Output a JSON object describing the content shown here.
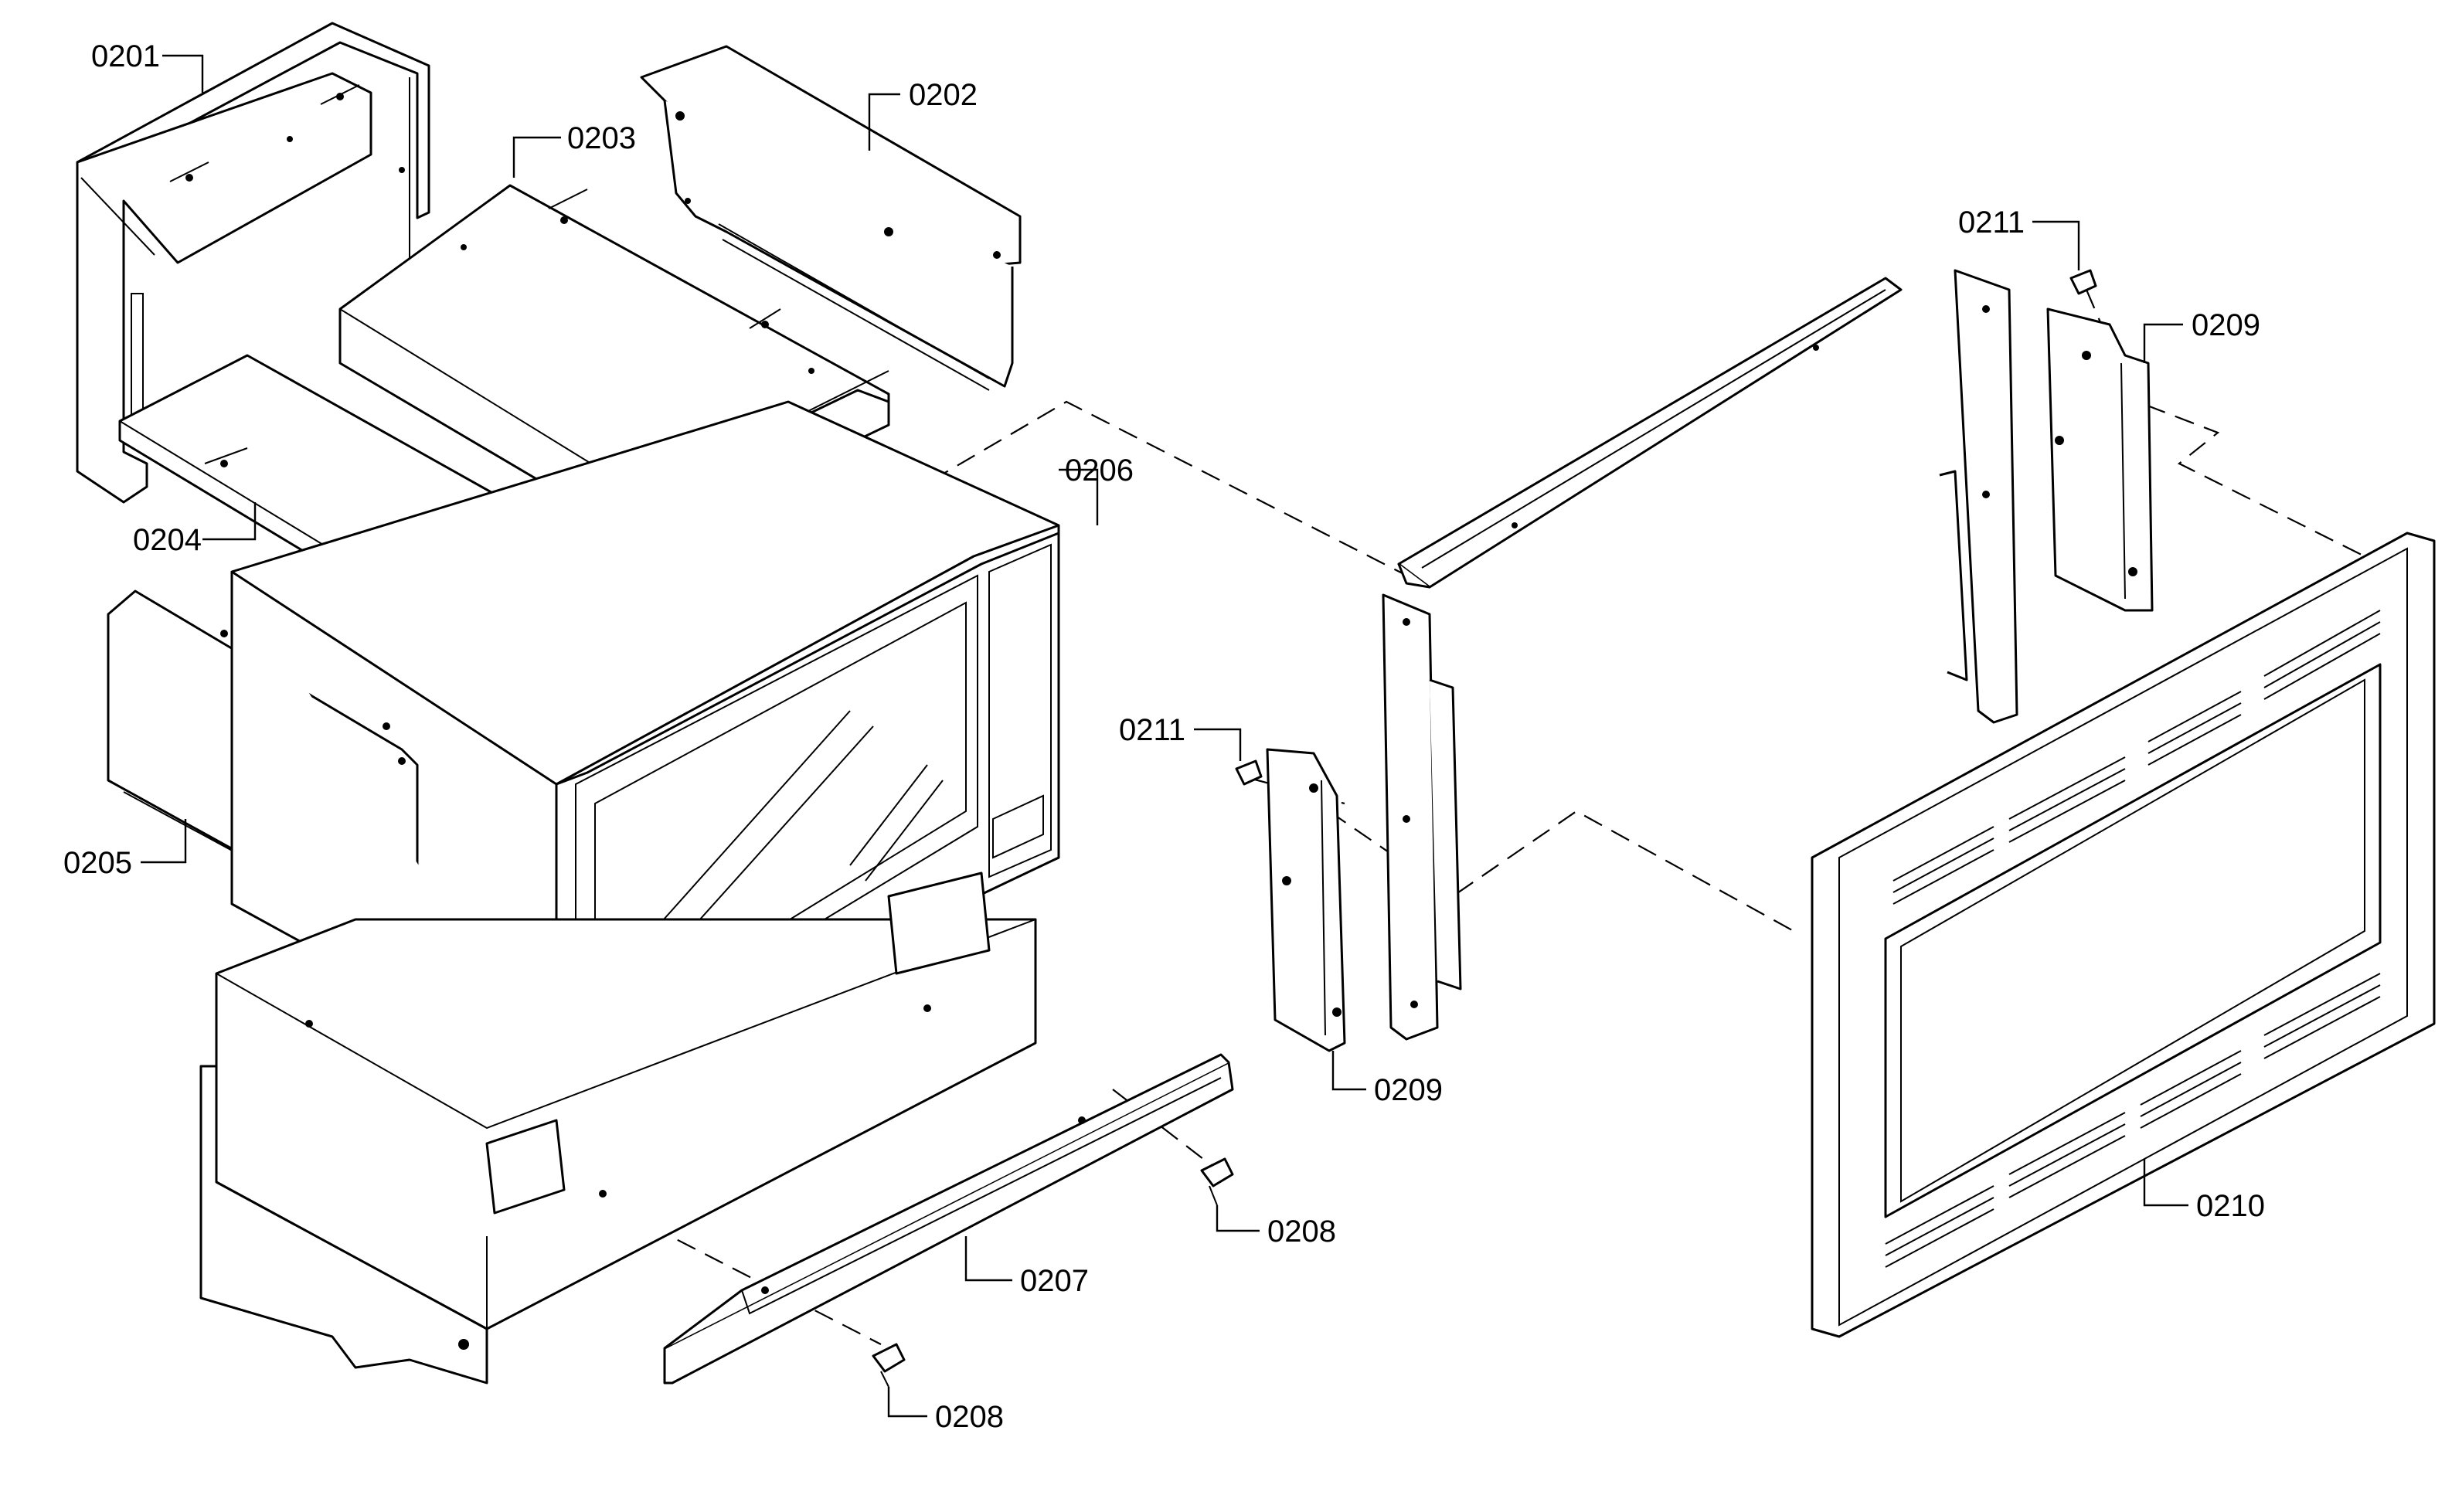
{
  "callouts": [
    {
      "id": "0201",
      "text": "0201"
    },
    {
      "id": "0202",
      "text": "0202"
    },
    {
      "id": "0203",
      "text": "0203"
    },
    {
      "id": "0204",
      "text": "0204"
    },
    {
      "id": "0205",
      "text": "0205"
    },
    {
      "id": "0206",
      "text": "0206"
    },
    {
      "id": "0207",
      "text": "0207"
    },
    {
      "id": "0208a",
      "text": "0208"
    },
    {
      "id": "0208b",
      "text": "0208"
    },
    {
      "id": "0209a",
      "text": "0209"
    },
    {
      "id": "0209b",
      "text": "0209"
    },
    {
      "id": "0210",
      "text": "0210"
    },
    {
      "id": "0211a",
      "text": "0211"
    },
    {
      "id": "0211b",
      "text": "0211"
    }
  ],
  "colors": {
    "line": "#000000",
    "background": "#ffffff"
  }
}
